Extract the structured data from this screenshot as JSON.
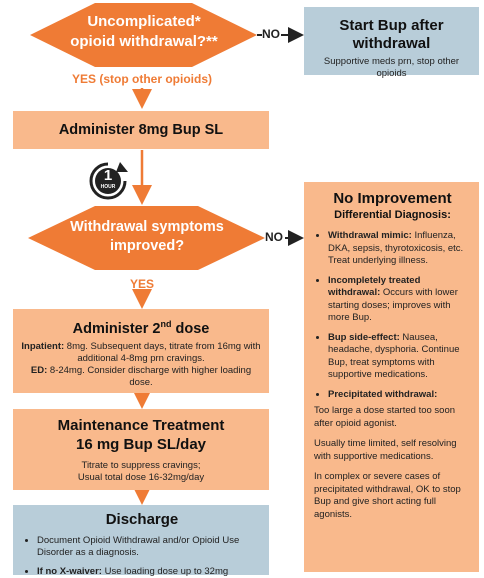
{
  "decision1": {
    "line1": "Uncomplicated*",
    "line2": "opioid withdrawal?**"
  },
  "no1": "NO",
  "yes1": "YES (stop other opioids)",
  "start_bup": {
    "title_line1": "Start Bup after",
    "title_line2": "withdrawal",
    "body": "Supportive meds prn, stop other opioids"
  },
  "administer1": "Administer 8mg Bup SL",
  "timer": {
    "number": "1",
    "unit": "HOUR"
  },
  "decision2": {
    "line1": "Withdrawal symptoms",
    "line2": "improved?"
  },
  "no2": "NO",
  "yes2": "YES",
  "administer2": {
    "title_pre": "Administer 2",
    "title_sup": "nd",
    "title_post": " dose",
    "inpatient_label": "Inpatient:",
    "inpatient_text": " 8mg. Subsequent days, titrate from 16mg with additional 4-8mg prn cravings.",
    "ed_label": "ED:",
    "ed_text": " 8-24mg. Consider discharge with higher loading dose."
  },
  "maintenance": {
    "title_line1": "Maintenance Treatment",
    "title_line2": "16 mg Bup SL/day",
    "body_line1": "Titrate to suppress cravings;",
    "body_line2": "Usual total dose 16-32mg/day"
  },
  "discharge": {
    "title": "Discharge",
    "item1": "Document Opioid Withdrawal and/or Opioid Use Disorder as a diagnosis.",
    "item2_label": "If no X-waiver:",
    "item2_text": " Use loading dose up to 32mg"
  },
  "no_improvement": {
    "title": "No Improvement",
    "subtitle": "Differential Diagnosis:",
    "items": [
      {
        "label": "Withdrawal mimic:",
        "text": " Influenza, DKA, sepsis, thyrotoxicosis, etc. Treat underlying illness."
      },
      {
        "label": "Incompletely treated withdrawal:",
        "text": " Occurs with lower starting doses; improves with more Bup."
      },
      {
        "label": "Bup side-effect:",
        "text": " Nausea, headache, dysphoria. Continue Bup, treat symptoms with supportive medications."
      },
      {
        "label": "Precipitated withdrawal:",
        "text": ""
      }
    ],
    "para1": "Too large a dose started too soon after opioid agonist.",
    "para2": "Usually time limited, self resolving with supportive medications.",
    "para3": "In complex or severe cases of precipitated withdrawal, OK to stop Bup and give short acting full agonists."
  },
  "colors": {
    "orange": "#ef7b35",
    "light_orange": "#f9b98c",
    "blue": "#b8cdd9",
    "dark": "#1a1a1a"
  }
}
